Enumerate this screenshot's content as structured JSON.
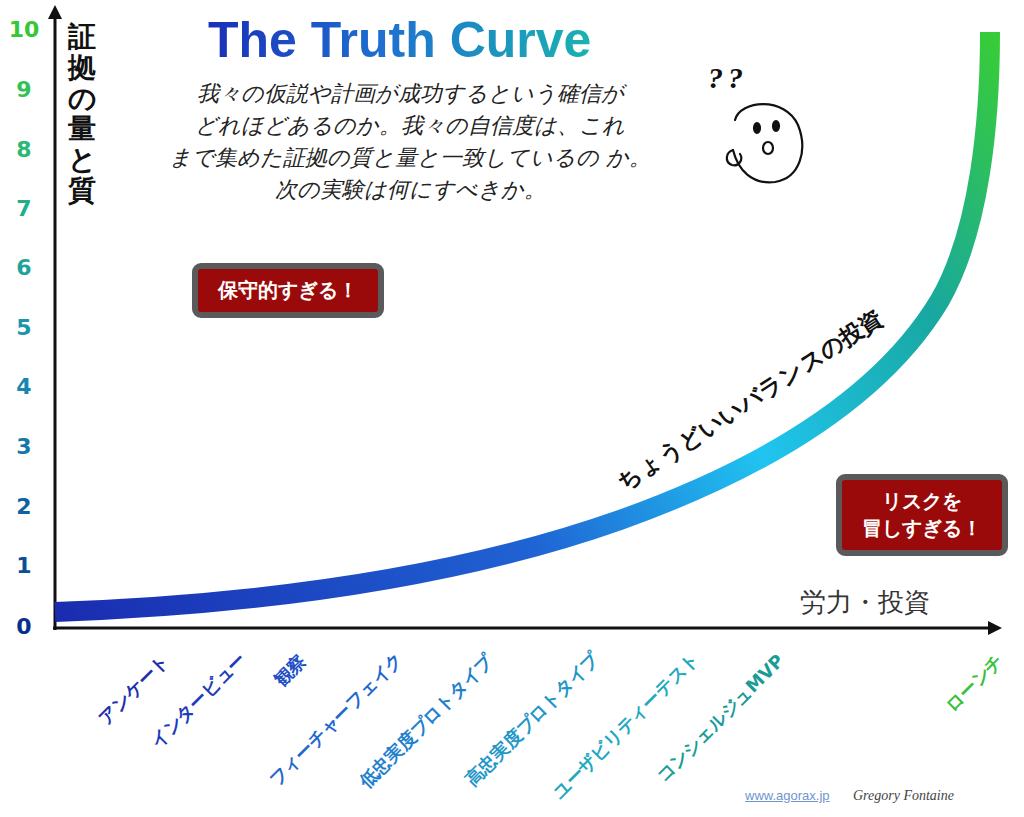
{
  "diagram": {
    "title": "The Truth Curve",
    "nodes": [
      {
        "text": [
          "保守的すぎる！"
        ]
      },
      {
        "text": [
          "リスクを 冒しすぎる！"
        ]
      }
    ],
    "labels": [
      "10",
      "9",
      "8",
      "7",
      "6",
      "5",
      "4",
      "3",
      "2",
      "1",
      "0",
      "証拠の量と質",
      "我々の仮説や計画が成功するという確信が どれほどあるのか。我々の自信度は、これ まで集めた証拠の質と量と一致しているの か。次の実験は何にすべきか。",
      "??",
      "ちょうどいいバランスの投資",
      "労力・投資",
      "アンケート",
      "インタービュー",
      "観察",
      "フィーチャーフェイク",
      "低忠実度プロトタイプ",
      "高忠実度プロトタイプ",
      "ユーザビリティーテスト",
      "コンシェルジュMVP",
      "ローンチ",
      "www.agorax.jp",
      "Gregory Fontaine"
    ]
  }
}
